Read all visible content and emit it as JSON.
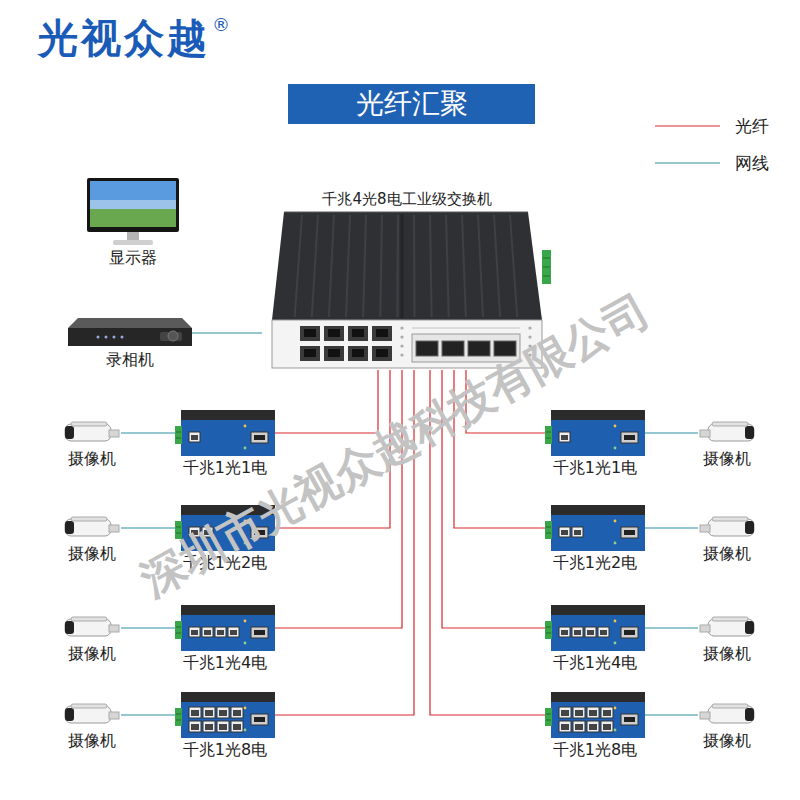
{
  "diagram": {
    "title": "光纤汇聚",
    "nodes": [
      {
        "text": [
          "显示器"
        ]
      },
      {
        "text": [
          "千兆4光8电工业级交换机"
        ]
      },
      {
        "text": [
          "录相机"
        ]
      },
      {
        "text": [
          "摄像机"
        ]
      },
      {
        "text": [
          "千兆1光1电"
        ]
      },
      {
        "text": [
          "千兆1光1电"
        ]
      },
      {
        "text": [
          "摄像机"
        ]
      },
      {
        "text": [
          "摄像机"
        ]
      },
      {
        "text": [
          "千兆1光2电"
        ]
      },
      {
        "text": [
          "千兆1光2电"
        ]
      },
      {
        "text": [
          "摄像机"
        ]
      },
      {
        "text": [
          "摄像机"
        ]
      },
      {
        "text": [
          "千兆1光4电"
        ]
      },
      {
        "text": [
          "千兆1光4电"
        ]
      },
      {
        "text": [
          "摄像机"
        ]
      },
      {
        "text": [
          "摄像机"
        ]
      },
      {
        "text": [
          "千兆1光8电"
        ]
      },
      {
        "text": [
          "千兆1光8电"
        ]
      },
      {
        "text": [
          "摄像机"
        ]
      }
    ],
    "edges": [
      {
        "from": 2,
        "to": 1,
        "arrow": "none"
      },
      {
        "from": 1,
        "to": 4,
        "arrow": "none"
      },
      {
        "from": 1,
        "to": 5,
        "arrow": "none"
      },
      {
        "from": 3,
        "to": 4,
        "arrow": "none"
      },
      {
        "from": 6,
        "to": 5,
        "arrow": "none"
      },
      {
        "from": 1,
        "to": 8,
        "arrow": "none"
      },
      {
        "from": 1,
        "to": 9,
        "arrow": "none"
      },
      {
        "from": 7,
        "to": 8,
        "arrow": "none"
      },
      {
        "from": 10,
        "to": 9,
        "arrow": "none"
      },
      {
        "from": 1,
        "to": 12,
        "arrow": "none"
      },
      {
        "from": 1,
        "to": 13,
        "arrow": "none"
      },
      {
        "from": 11,
        "to": 12,
        "arrow": "none"
      },
      {
        "from": 14,
        "to": 13,
        "arrow": "none"
      },
      {
        "from": 1,
        "to": 16,
        "arrow": "none"
      },
      {
        "from": 1,
        "to": 17,
        "arrow": "none"
      },
      {
        "from": 15,
        "to": 16,
        "arrow": "none"
      },
      {
        "from": 18,
        "to": 17,
        "arrow": "none"
      }
    ],
    "labels": [
      "光视众越",
      "®",
      "深圳市光视众越科技有限公司"
    ],
    "legend": [
      {
        "text": "光纤"
      },
      {
        "text": "网线"
      }
    ]
  }
}
